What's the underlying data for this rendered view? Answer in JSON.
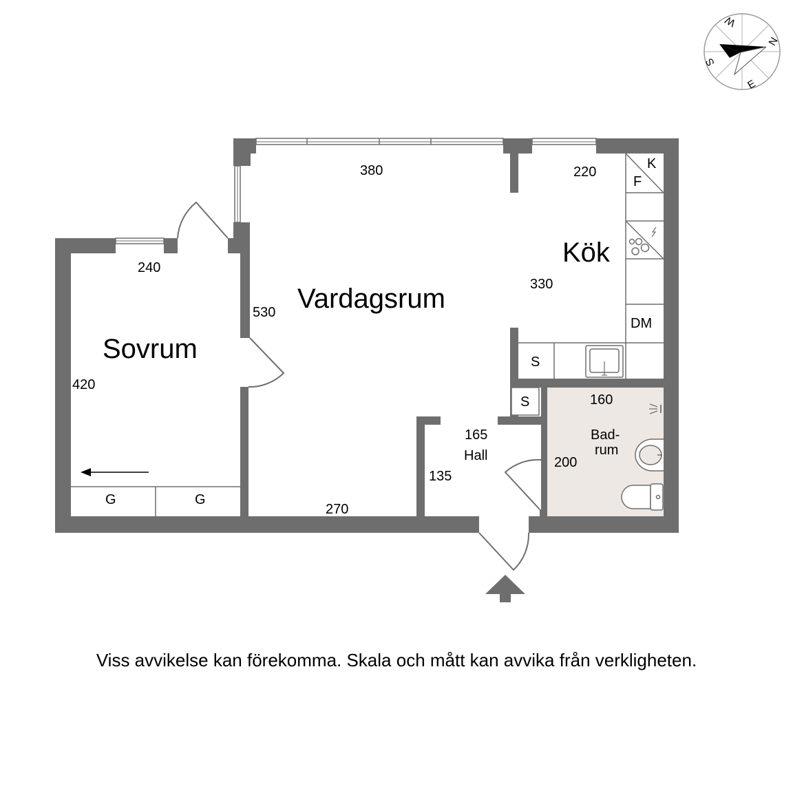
{
  "rooms": {
    "vardagsrum": "Vardagsrum",
    "kok": "Kök",
    "sovrum": "Sovrum",
    "hall": "Hall",
    "badrum_line1": "Bad-",
    "badrum_line2": "rum"
  },
  "dimensions": {
    "vardagsrum_width": "380",
    "vardagsrum_depth": "530",
    "vardagsrum_bottom": "270",
    "kok_width": "220",
    "kok_depth": "330",
    "sovrum_width": "240",
    "sovrum_depth": "420",
    "hall_width": "165",
    "hall_depth": "135",
    "badrum_width": "160",
    "badrum_depth": "200"
  },
  "fixtures": {
    "fridge": "F",
    "freezer": "K",
    "dishwasher": "DM",
    "storage_kitchen": "S",
    "storage_hall": "S",
    "wardrobe_1": "G",
    "wardrobe_2": "G"
  },
  "compass": {
    "n": "N",
    "e": "E",
    "s": "S",
    "w": "W"
  },
  "disclaimer": "Viss avvikelse kan förekomma. Skala och mått kan avvika från verkligheten.",
  "colors": {
    "wall": "#6e6e6e",
    "bathroom_floor": "#ede8e3"
  }
}
